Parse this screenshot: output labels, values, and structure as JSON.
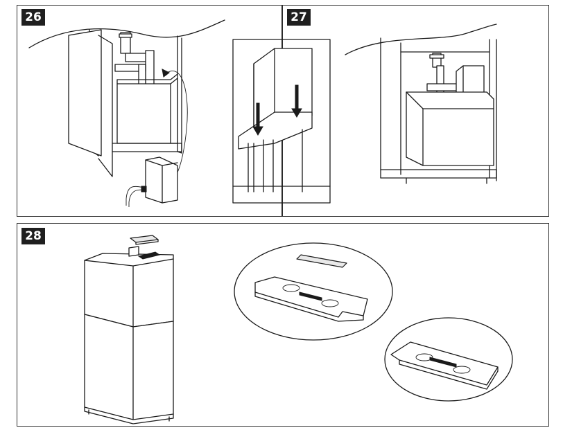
{
  "steps": [
    {
      "number": "26",
      "icon": "cabinet-remove-box-illustration"
    },
    {
      "number": "27",
      "icon": "insert-tray-illustration"
    },
    {
      "number": "28",
      "icon": "lid-cover-illustration"
    }
  ]
}
